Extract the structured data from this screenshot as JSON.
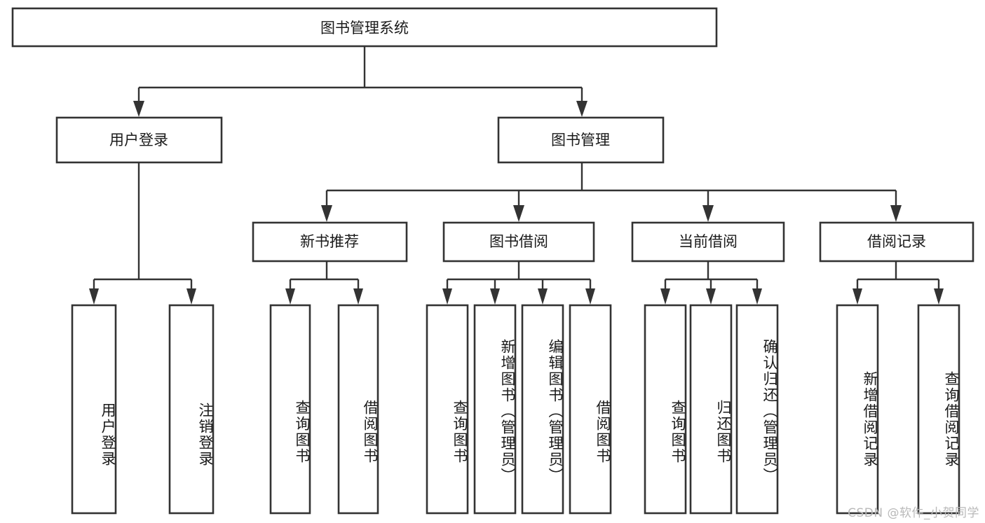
{
  "diagram": {
    "type": "hierarchy-tree",
    "title": "图书管理系统",
    "watermark": "CSDN @软件_小贺同学",
    "colors": {
      "stroke": "#333333",
      "box_fill": "#ffffff",
      "text": "#1a1a1a",
      "background": "#ffffff",
      "watermark": "#b9b9b9"
    },
    "root": {
      "id": "root",
      "label": "图书管理系统",
      "orientation": "horizontal"
    },
    "level2": [
      {
        "id": "user-login",
        "label": "用户登录",
        "orientation": "horizontal"
      },
      {
        "id": "book-management",
        "label": "图书管理",
        "orientation": "horizontal"
      }
    ],
    "level3": [
      {
        "id": "new-book-recommend",
        "label": "新书推荐",
        "parent": "book-management",
        "orientation": "horizontal"
      },
      {
        "id": "book-borrow",
        "label": "图书借阅",
        "parent": "book-management",
        "orientation": "horizontal"
      },
      {
        "id": "current-borrow",
        "label": "当前借阅",
        "parent": "book-management",
        "orientation": "horizontal"
      },
      {
        "id": "borrow-record",
        "label": "借阅记录",
        "parent": "book-management",
        "orientation": "horizontal"
      }
    ],
    "leaves": [
      {
        "id": "leaf-user-login",
        "label": "用户登录",
        "parent": "user-login",
        "orientation": "vertical"
      },
      {
        "id": "leaf-logout",
        "label": "注销登录",
        "parent": "user-login",
        "orientation": "vertical"
      },
      {
        "id": "leaf-query-book-1",
        "label": "查询图书",
        "parent": "new-book-recommend",
        "orientation": "vertical"
      },
      {
        "id": "leaf-borrow-book-1",
        "label": "借阅图书",
        "parent": "new-book-recommend",
        "orientation": "vertical"
      },
      {
        "id": "leaf-query-book-2",
        "label": "查询图书",
        "parent": "book-borrow",
        "orientation": "vertical"
      },
      {
        "id": "leaf-add-book",
        "label": "新增图书（管理员）",
        "parent": "book-borrow",
        "orientation": "vertical"
      },
      {
        "id": "leaf-edit-book",
        "label": "编辑图书（管理员）",
        "parent": "book-borrow",
        "orientation": "vertical"
      },
      {
        "id": "leaf-borrow-book-2",
        "label": "借阅图书",
        "parent": "book-borrow",
        "orientation": "vertical"
      },
      {
        "id": "leaf-query-book-3",
        "label": "查询图书",
        "parent": "current-borrow",
        "orientation": "vertical"
      },
      {
        "id": "leaf-return-book",
        "label": "归还图书",
        "parent": "current-borrow",
        "orientation": "vertical"
      },
      {
        "id": "leaf-confirm-return",
        "label": "确认归还（管理员）",
        "parent": "current-borrow",
        "orientation": "vertical"
      },
      {
        "id": "leaf-add-record",
        "label": "新增借阅记录",
        "parent": "borrow-record",
        "orientation": "vertical"
      },
      {
        "id": "leaf-query-record",
        "label": "查询借阅记录",
        "parent": "borrow-record",
        "orientation": "vertical"
      }
    ]
  }
}
